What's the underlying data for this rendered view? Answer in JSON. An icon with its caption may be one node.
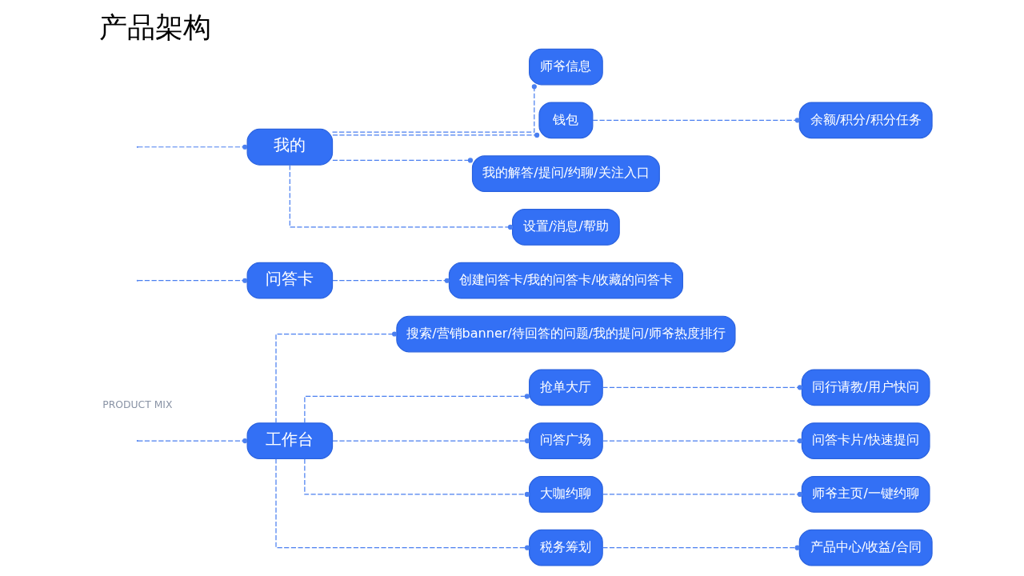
{
  "diagram": {
    "title": "产品架构",
    "nodes": [
      {
        "text": [
          "工作台"
        ]
      },
      {
        "text": [
          "问答卡"
        ]
      },
      {
        "text": [
          "我的"
        ]
      },
      {
        "text": [
          "搜索/营销banner/待回答的问题/我的提问/师爷热度排行"
        ]
      },
      {
        "text": [
          "抢单大厅"
        ]
      },
      {
        "text": [
          "同行请教/用户快问"
        ]
      },
      {
        "text": [
          "问答广场"
        ]
      },
      {
        "text": [
          "问答卡片/快速提问"
        ]
      },
      {
        "text": [
          "大咖约聊"
        ]
      },
      {
        "text": [
          "师爷主页/一键约聊"
        ]
      },
      {
        "text": [
          "税务筹划"
        ]
      },
      {
        "text": [
          "产品中心/收益/合同"
        ]
      },
      {
        "text": [
          "创建问答卡/我的问答卡/收藏的问答卡"
        ]
      },
      {
        "text": [
          "师爷信息"
        ]
      },
      {
        "text": [
          "钱包"
        ]
      },
      {
        "text": [
          "余额/积分/积分任务"
        ]
      },
      {
        "text": [
          "我的解答/提问/约聊/关注入口"
        ]
      },
      {
        "text": [
          "设置/消息/帮助"
        ]
      }
    ],
    "edges": [
      {
        "from": null,
        "to": 0,
        "arrow": "other",
        "style": "dashed"
      },
      {
        "from": null,
        "to": 1,
        "arrow": "other",
        "style": "dashed"
      },
      {
        "from": null,
        "to": 2,
        "arrow": "other",
        "style": "dashed"
      },
      {
        "from": 0,
        "to": 3,
        "arrow": "other",
        "style": "dashed"
      },
      {
        "from": 0,
        "to": 4,
        "arrow": "other",
        "style": "dashed"
      },
      {
        "from": 0,
        "to": 6,
        "arrow": "other",
        "style": "dashed"
      },
      {
        "from": 0,
        "to": 8,
        "arrow": "other",
        "style": "dashed"
      },
      {
        "from": 0,
        "to": 10,
        "arrow": "other",
        "style": "dashed"
      },
      {
        "from": 4,
        "to": 5,
        "arrow": "other",
        "style": "dashed"
      },
      {
        "from": 6,
        "to": 7,
        "arrow": "other",
        "style": "dashed"
      },
      {
        "from": 8,
        "to": 9,
        "arrow": "other",
        "style": "dashed"
      },
      {
        "from": 10,
        "to": 11,
        "arrow": "other",
        "style": "dashed"
      },
      {
        "from": 1,
        "to": 12,
        "arrow": "other",
        "style": "dashed"
      },
      {
        "from": 2,
        "to": 13,
        "arrow": "other",
        "style": "dashed"
      },
      {
        "from": 2,
        "to": 14,
        "arrow": "other",
        "style": "dashed"
      },
      {
        "from": 2,
        "to": 16,
        "arrow": "other",
        "style": "dashed"
      },
      {
        "from": 2,
        "to": 17,
        "arrow": "other",
        "style": "dashed"
      },
      {
        "from": 14,
        "to": 15,
        "arrow": "other",
        "style": "dashed"
      }
    ],
    "labels": [
      "PRODUCT MIX"
    ]
  }
}
